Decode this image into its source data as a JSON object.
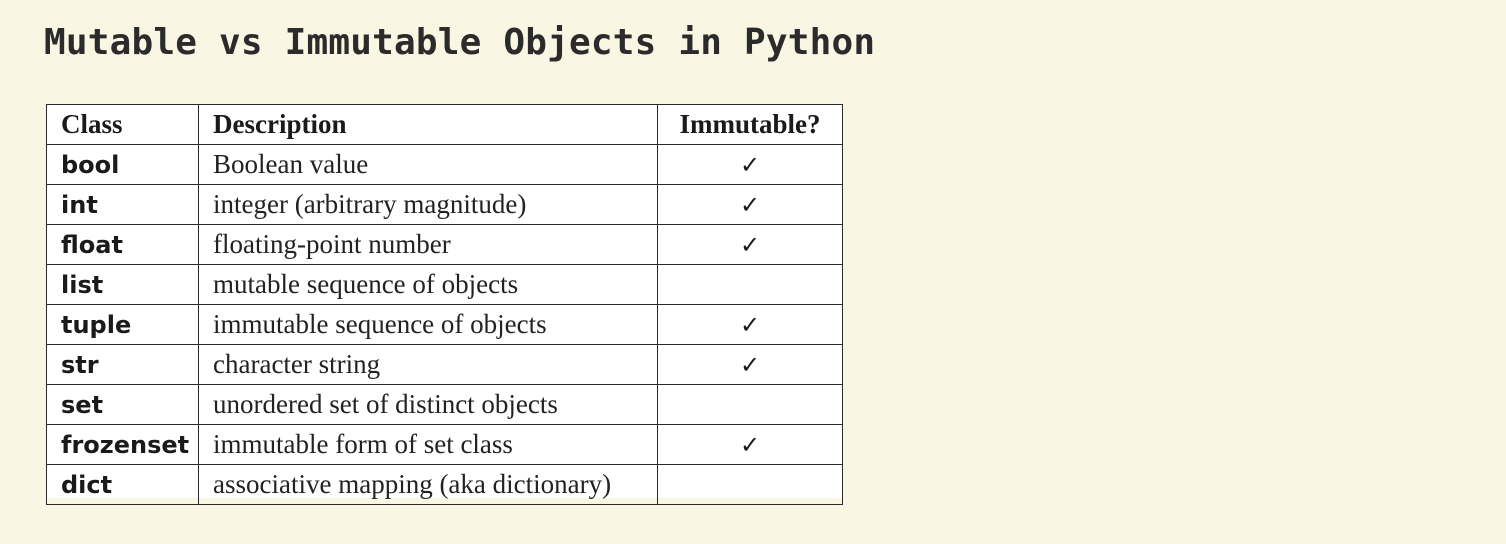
{
  "title": "Mutable vs Immutable Objects in Python",
  "table": {
    "headers": [
      "Class",
      "Description",
      "Immutable?"
    ],
    "check_symbol": "✓",
    "rows": [
      {
        "class": "bool",
        "description": "Boolean value",
        "immutable": true
      },
      {
        "class": "int",
        "description": "integer (arbitrary magnitude)",
        "immutable": true
      },
      {
        "class": "float",
        "description": "floating-point number",
        "immutable": true
      },
      {
        "class": "list",
        "description": "mutable sequence of objects",
        "immutable": false
      },
      {
        "class": "tuple",
        "description": "immutable sequence of objects",
        "immutable": true
      },
      {
        "class": "str",
        "description": "character string",
        "immutable": true
      },
      {
        "class": "set",
        "description": "unordered set of distinct objects",
        "immutable": false
      },
      {
        "class": "frozenset",
        "description": "immutable form of set class",
        "immutable": true
      },
      {
        "class": "dict",
        "description": "associative mapping (aka dictionary)",
        "immutable": false
      }
    ]
  }
}
